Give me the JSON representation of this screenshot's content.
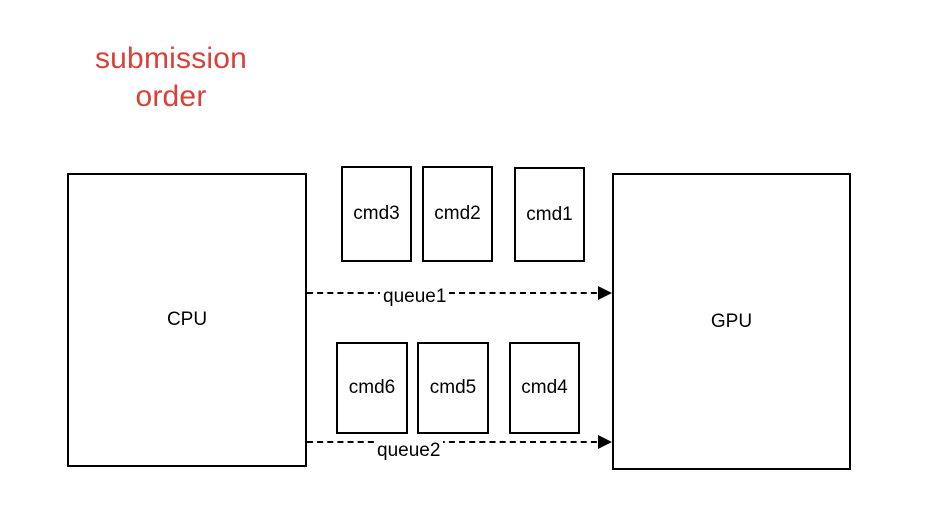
{
  "diagram": {
    "title_line1": "submission",
    "title_line2": "order",
    "title_color": "#d9403a"
  },
  "nodes": {
    "cpu_label": "CPU",
    "gpu_label": "GPU"
  },
  "queues": [
    {
      "name": "queue1",
      "label": "queue1",
      "commands": [
        "cmd3",
        "cmd2",
        "cmd1"
      ]
    },
    {
      "name": "queue2",
      "label": "queue2",
      "commands": [
        "cmd6",
        "cmd5",
        "cmd4"
      ]
    }
  ],
  "commands": {
    "top_row": [
      "cmd3",
      "cmd2",
      "cmd1"
    ],
    "bottom_row": [
      "cmd6",
      "cmd5",
      "cmd4"
    ]
  },
  "colors": {
    "stroke": "#000000",
    "background": "#ffffff",
    "accent_red": "#d9403a"
  }
}
